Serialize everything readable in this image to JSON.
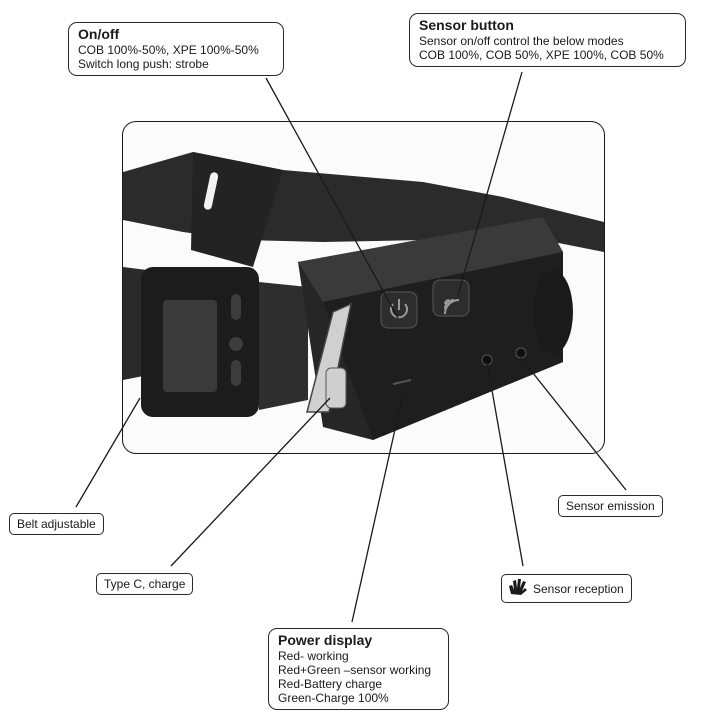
{
  "callouts": {
    "onoff": {
      "title": "On/off",
      "lines": [
        "COB 100%-50%, XPE 100%-50%",
        "Switch long push: strobe"
      ]
    },
    "sensor_button": {
      "title": "Sensor button",
      "lines": [
        "Sensor on/off control the below modes",
        "COB 100%, COB 50%, XPE 100%, COB 50%"
      ]
    },
    "power_display": {
      "title": "Power display",
      "lines": [
        "Red- working",
        "Red+Green –sensor working",
        "Red-Battery charge",
        "Green-Charge 100%"
      ]
    }
  },
  "labels": {
    "belt": "Belt adjustable",
    "typec": "Type C, charge",
    "emission": "Sensor emission",
    "reception": "Sensor reception"
  },
  "icons": {
    "reception": "hand-wave-icon",
    "sensor_button": "sensor-wave-icon",
    "power_button": "power-icon"
  }
}
